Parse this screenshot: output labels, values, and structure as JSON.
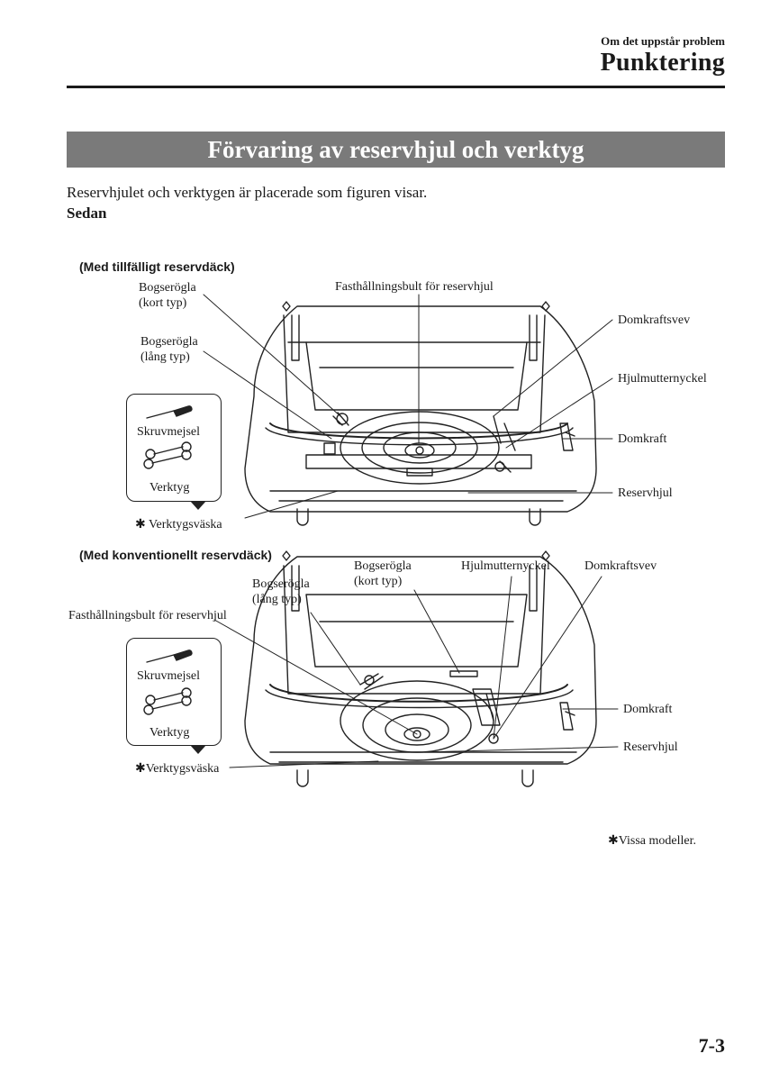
{
  "header": {
    "section_label": "Om det uppstår problem",
    "chapter_title": "Punktering"
  },
  "section_title": "Förvaring av reservhjul och verktyg",
  "intro_text": "Reservhjulet och verktygen är placerade som figuren visar.",
  "body_type": "Sedan",
  "figure1": {
    "subtitle": "(Med tillfälligt reservdäck)",
    "labels": {
      "tow_hook_short": [
        "Bogserögla",
        "(kort typ)"
      ],
      "tow_hook_long": [
        "Bogserögla",
        "(lång typ)"
      ],
      "spare_bolt": "Fasthållningsbult för reservhjul",
      "jack_handle": "Domkraftsvev",
      "lug_wrench": "Hjulmutternyckel",
      "jack": "Domkraft",
      "spare_tire": "Reservhjul",
      "screwdriver": "Skruvmejsel",
      "tools": "Verktyg",
      "tool_bag": "Verktygsväska",
      "tool_bag_mark": "✱"
    }
  },
  "figure2": {
    "subtitle": "(Med konventionellt reservdäck)",
    "labels": {
      "tow_hook_short": [
        "Bogserögla",
        "(kort typ)"
      ],
      "tow_hook_long": [
        "Bogserögla",
        "(lång typ)"
      ],
      "spare_bolt": "Fasthållningsbult för reservhjul",
      "jack_handle": "Domkraftsvev",
      "lug_wrench": "Hjulmutternyckel",
      "jack": "Domkraft",
      "spare_tire": "Reservhjul",
      "screwdriver": "Skruvmejsel",
      "tools": "Verktyg",
      "tool_bag": "Verktygsväska",
      "tool_bag_mark": "✱"
    }
  },
  "footnote": {
    "mark": "✱",
    "text": "Vissa modeller."
  },
  "page_number": "7-3"
}
